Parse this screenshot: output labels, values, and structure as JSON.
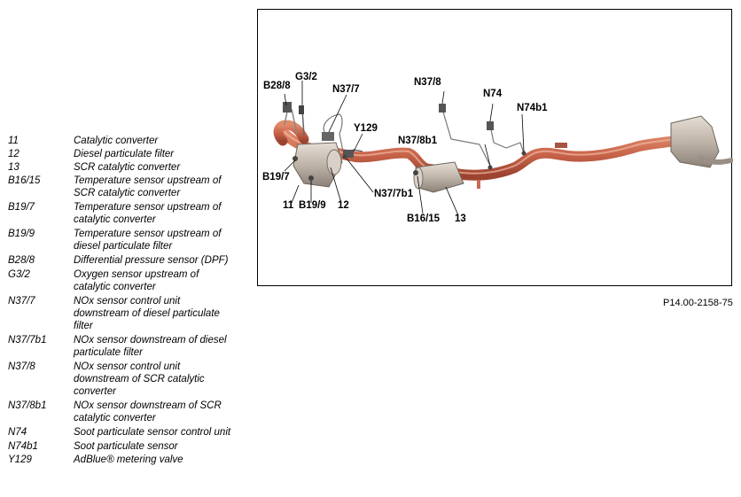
{
  "legend": [
    {
      "code": "11",
      "desc": "Catalytic converter"
    },
    {
      "code": "12",
      "desc": "Diesel particulate filter"
    },
    {
      "code": "13",
      "desc": "SCR catalytic converter"
    },
    {
      "code": "B16/15",
      "desc": "Temperature sensor upstream of SCR catalytic converter"
    },
    {
      "code": "B19/7",
      "desc": "Temperature sensor upstream of catalytic converter"
    },
    {
      "code": "B19/9",
      "desc": "Temperature sensor upstream of diesel particulate filter"
    },
    {
      "code": "B28/8",
      "desc": "Differential pressure sensor (DPF)"
    },
    {
      "code": "G3/2",
      "desc": "Oxygen sensor upstream of catalytic converter"
    },
    {
      "code": "N37/7",
      "desc": "NOx sensor control unit downstream of diesel particulate filter"
    },
    {
      "code": "N37/7b1",
      "desc": "NOx sensor downstream of diesel particulate filter"
    },
    {
      "code": "N37/8",
      "desc": "NOx sensor control unit downstream of SCR catalytic converter"
    },
    {
      "code": "N37/8b1",
      "desc": "NOx sensor downstream of SCR catalytic converter"
    },
    {
      "code": "N74",
      "desc": "Soot particulate sensor control unit"
    },
    {
      "code": "N74b1",
      "desc": "Soot particulate sensor"
    },
    {
      "code": "Y129",
      "desc": "AdBlue® metering valve"
    }
  ],
  "callouts": {
    "b28_8": "B28/8",
    "g3_2": "G3/2",
    "n37_7": "N37/7",
    "y129": "Y129",
    "n37_8": "N37/8",
    "n74": "N74",
    "n74b1": "N74b1",
    "n37_8b1": "N37/8b1",
    "b19_7": "B19/7",
    "n37_7b1": "N37/7b1",
    "c11": "11",
    "b19_9": "B19/9",
    "c12": "12",
    "b16_15": "B16/15",
    "c13": "13"
  },
  "figure_ref": "P14.00-2158-75"
}
